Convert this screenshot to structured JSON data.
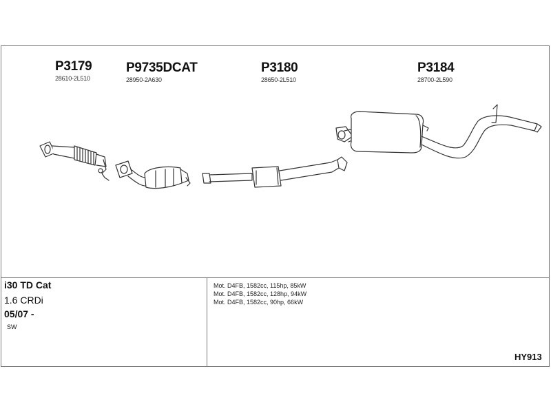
{
  "parts": [
    {
      "code": "P3179",
      "oem": "28610-2L510"
    },
    {
      "code": "P9735DCAT",
      "oem": "28950-2A630"
    },
    {
      "code": "P3180",
      "oem": "28650-2L510"
    },
    {
      "code": "P3184",
      "oem": "28700-2L590"
    }
  ],
  "vehicle": {
    "model": "i30 TD Cat",
    "engine": "1.6 CRDi",
    "year": "05/07 -",
    "body": "SW"
  },
  "engines": [
    "Mot. D4FB, 1582cc, 115hp, 85kW",
    "Mot. D4FB, 1582cc, 128hp, 94kW",
    "Mot. D4FB, 1582cc, 90hp, 66kW"
  ],
  "system_code": "HY913"
}
